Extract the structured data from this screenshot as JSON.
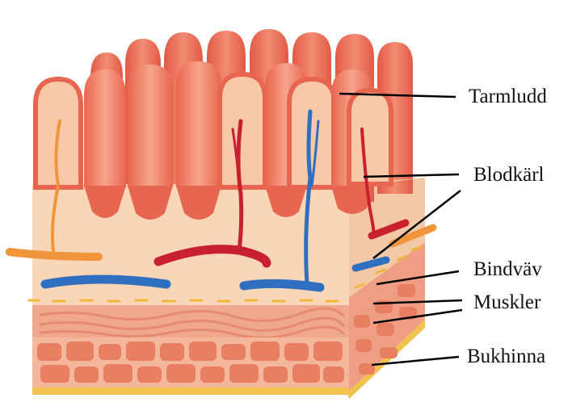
{
  "labels": {
    "villi": "Tarmludd",
    "blood_vessels": "Blodkärl",
    "connective_tissue": "Bindväv",
    "muscles": "Muskler",
    "peritoneum": "Bukhinna"
  },
  "colors": {
    "villus_outer": "#e8664f",
    "villus_mid": "#f28c74",
    "villus_inner": "#f9cfae",
    "tissue": "#f8d6b7",
    "muscle": "#f0a88c",
    "muscle_cells": "#e97f62",
    "serosa": "#f2c24e",
    "artery": "#c8202f",
    "vein": "#2f6fc0",
    "lymph": "#f0953b"
  }
}
